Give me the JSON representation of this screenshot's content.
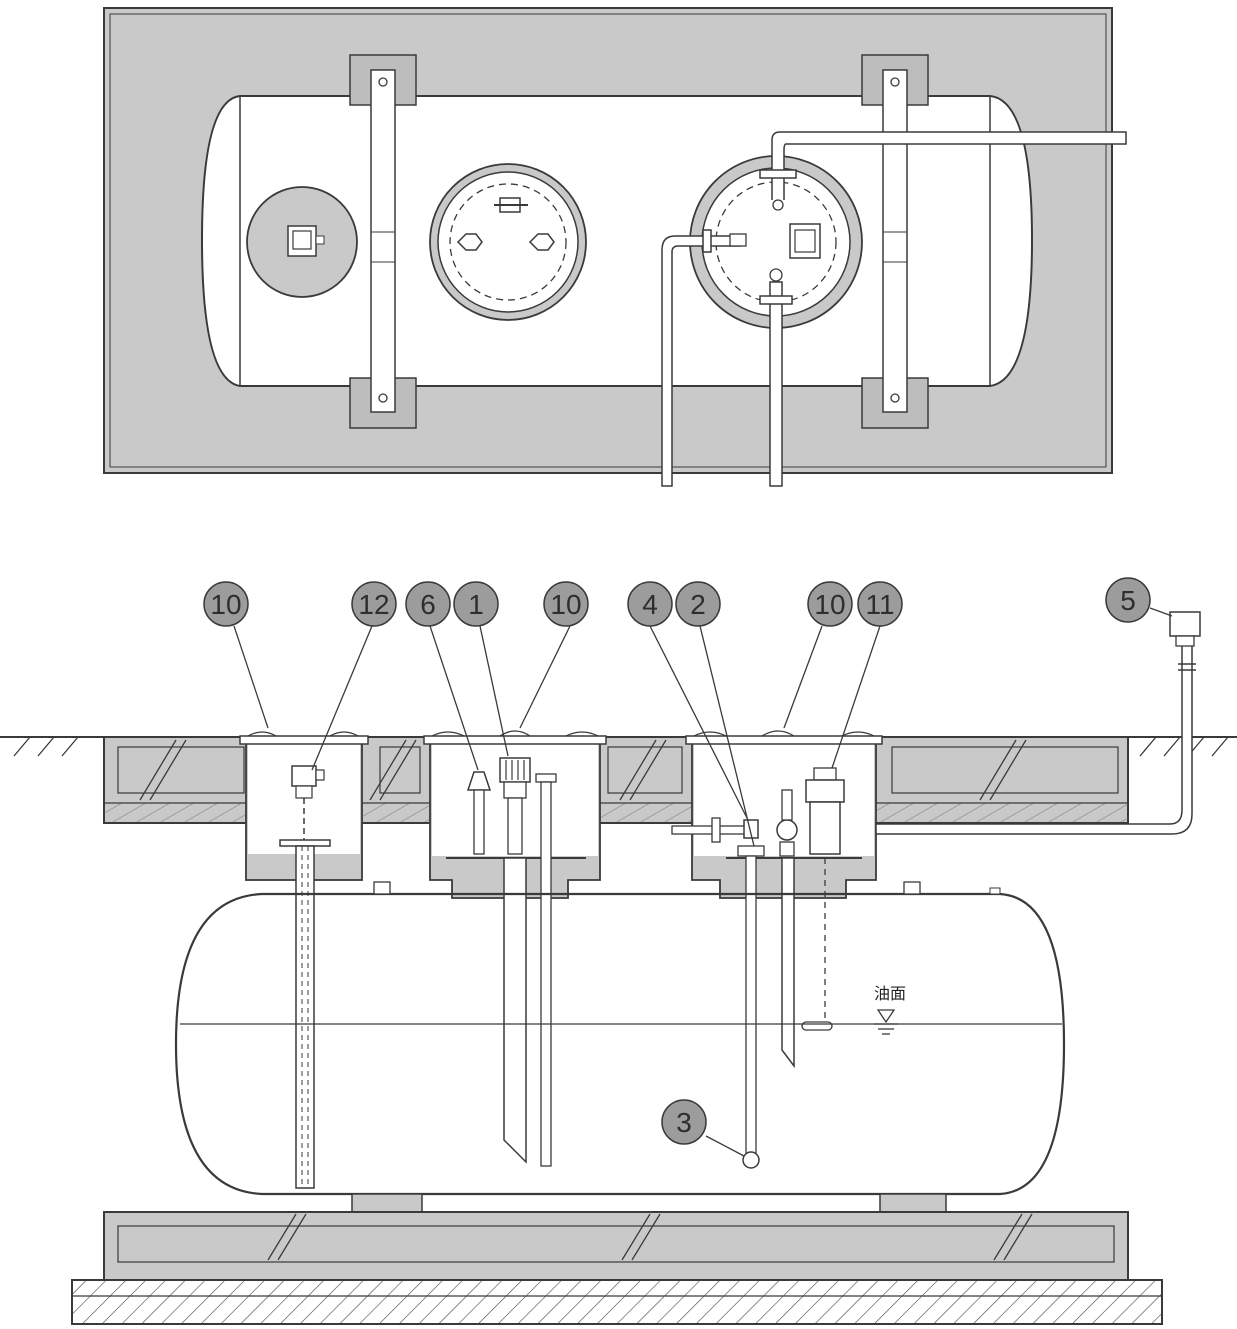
{
  "colors": {
    "background": "#ffffff",
    "slab": "#c9c9c9",
    "slab_dark": "#bdbdbd",
    "tank": "#ffffff",
    "line": "#3a3a3a",
    "callout_fill": "#9c9c9c"
  },
  "callouts": [
    {
      "id": "c10a",
      "label": "10"
    },
    {
      "id": "c12",
      "label": "12"
    },
    {
      "id": "c6",
      "label": "6"
    },
    {
      "id": "c1",
      "label": "1"
    },
    {
      "id": "c10b",
      "label": "10"
    },
    {
      "id": "c4",
      "label": "4"
    },
    {
      "id": "c2",
      "label": "2"
    },
    {
      "id": "c10c",
      "label": "10"
    },
    {
      "id": "c11",
      "label": "11"
    },
    {
      "id": "c5",
      "label": "5"
    },
    {
      "id": "c3",
      "label": "3"
    }
  ],
  "oil_level_label": "油面"
}
